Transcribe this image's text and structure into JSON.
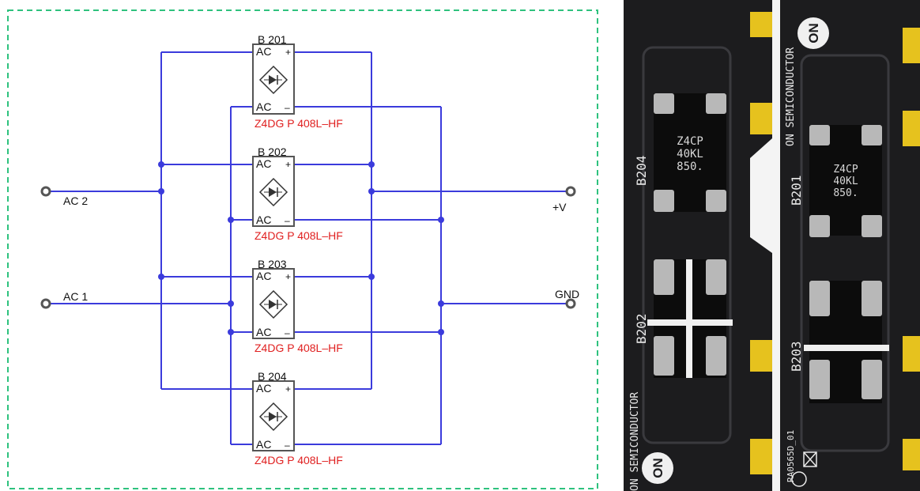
{
  "schematic": {
    "terminals": {
      "ac2": "AC 2",
      "ac1": "AC 1",
      "vplus": "+V",
      "gnd": "GND"
    },
    "bridges": [
      {
        "ref": "B 201",
        "part": "Z4DG P 408L–HF",
        "ac_top": "AC",
        "ac_bot": "AC",
        "plus": "+",
        "minus": "–"
      },
      {
        "ref": "B 202",
        "part": "Z4DG P 408L–HF",
        "ac_top": "AC",
        "ac_bot": "AC",
        "plus": "+",
        "minus": "–"
      },
      {
        "ref": "B 203",
        "part": "Z4DG P 408L–HF",
        "ac_top": "AC",
        "ac_bot": "AC",
        "plus": "+",
        "minus": "–"
      },
      {
        "ref": "B 204",
        "part": "Z4DG P 408L–HF",
        "ac_top": "AC",
        "ac_bot": "AC",
        "plus": "+",
        "minus": "–"
      }
    ],
    "colors": {
      "wire": "#3b3bdc",
      "part": "#e02020",
      "border": "#2ec27e"
    }
  },
  "board": {
    "brand_top": "ON SEMICONDUCTOR",
    "brand_bottom": "ON SEMICONDUCTOR",
    "logo": "ON",
    "logo_bottom": "ON",
    "refs": {
      "b204": "B204",
      "b202": "B202",
      "b201": "B201",
      "b203": "B203"
    },
    "chip_marking_1": [
      "Z4CP",
      "40KL",
      "850."
    ],
    "chip_marking_2": [
      "Z4CP",
      "40KL",
      "850."
    ],
    "pcb_code": "RA0565D_01",
    "colors": {
      "pcb": "#1c1c1e",
      "pad": "#e6c21e",
      "silk": "#e8e8e8"
    }
  }
}
